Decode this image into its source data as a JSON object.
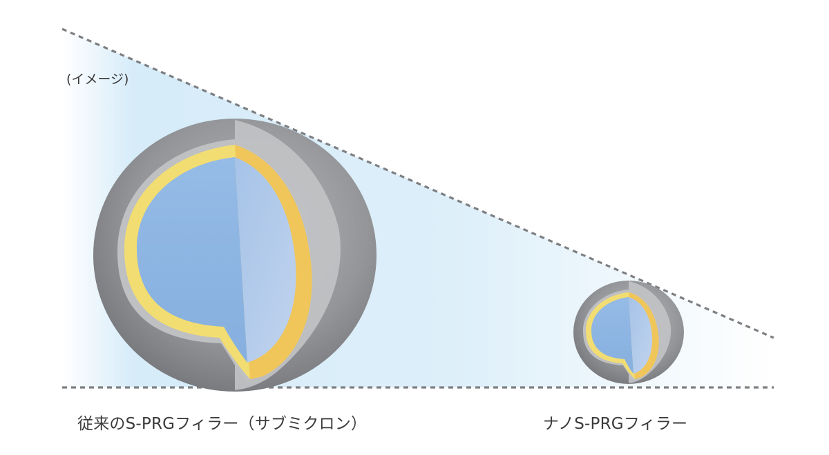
{
  "note": "(イメージ)",
  "labels": {
    "conventional": "従来のS-PRGフィラー（サブミクロン）",
    "nano": "ナノS-PRGフィラー"
  },
  "colors": {
    "guide_line": "#7d7f82",
    "cone_fill": "#c9e6f7",
    "shell_outer": "#8c8d90",
    "shell_light": "#bfc0c2",
    "layer_yellow": "#f2dd72",
    "layer_orange": "#f0c65a",
    "core_left": "#8eb6e2",
    "core_right": "#b3cbe8"
  },
  "icons": {
    "large_particle": "cutaway-sphere-icon",
    "small_particle": "cutaway-sphere-icon"
  }
}
